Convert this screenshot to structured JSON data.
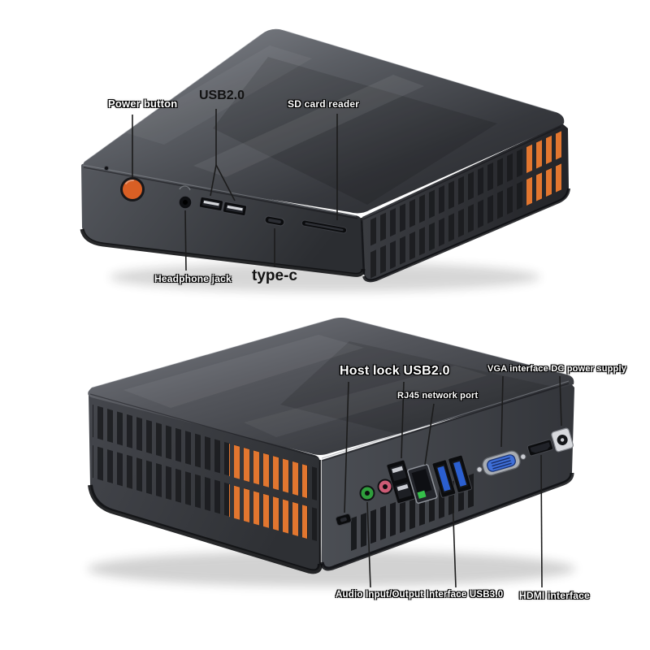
{
  "front_view": {
    "labels": {
      "power_button": "Power button",
      "usb20": "USB2.0",
      "sd_card_reader": "SD card reader",
      "headphone_jack": "Headphone jack",
      "type_c": "type-c"
    }
  },
  "rear_view": {
    "labels": {
      "host_lock_usb20": "Host lock USB2.0",
      "rj45": "RJ45 network port",
      "vga_dc": "VGA interface DC power supply",
      "audio_usb30": "Audio Input/Output Interface USB3.0",
      "hdmi": "HDMI interface"
    }
  },
  "colors": {
    "accent_orange": "#e2762f",
    "power_button": "#d95f24",
    "audio_green": "#2f9e3c",
    "audio_pink": "#cc5b75",
    "usb3_blue": "#2b5fd0",
    "vga_blue": "#3f6fd8",
    "rj45_green": "#35c04a"
  }
}
